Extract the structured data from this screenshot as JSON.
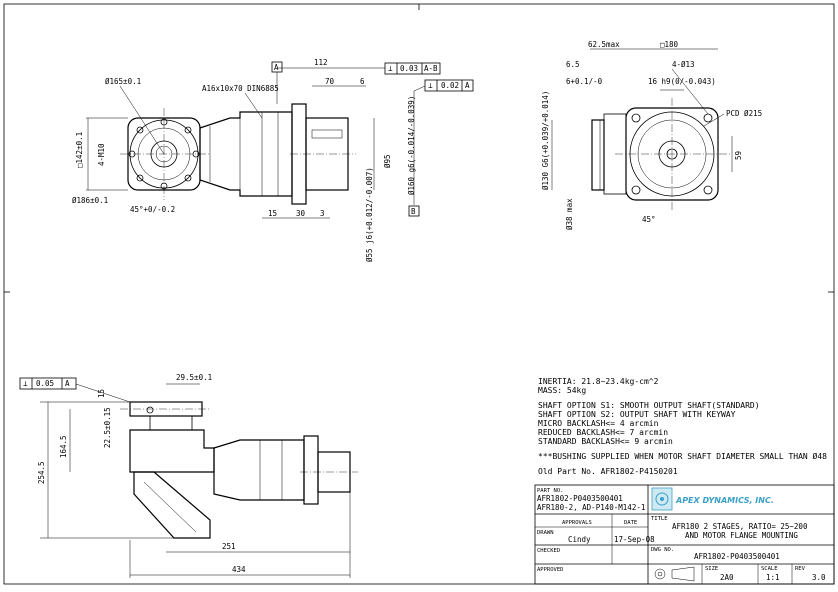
{
  "top_view": {
    "dims": {
      "pcd165": "Ø165±0.1",
      "m10": "4-M10",
      "sq142": "□142±0.1",
      "d186": "Ø186±0.1",
      "a45": "45°+0/-0.2",
      "key": "A16x10x70 DIN6885",
      "len112": "112",
      "len70": "70",
      "len6": "6",
      "len15": "15",
      "len30": "30",
      "len3": "3",
      "d95": "Ø95",
      "d160": "Ø160 g6(-0.014/-0.039)",
      "d55": "Ø55 j6(+0.012/-0.007)"
    },
    "datum_a": "A",
    "datum_b": "B",
    "tol_perp": "0.03",
    "tol_perp_ref": "A-B",
    "tol_perp2": "0.02",
    "tol_perp2_ref": "A"
  },
  "side_view": {
    "dims": {
      "d62": "62.5max",
      "sq180": "□180",
      "h65": "6.5",
      "holes": "4-Ø13",
      "s6": "6+0.1/-0",
      "key16": "16 h9(0/-0.043)",
      "pcd215": "PCD Ø215",
      "d130": "Ø130 G6(+0.039/+0.014)",
      "d38": "Ø38 max",
      "a45": "45°",
      "v59": "59"
    }
  },
  "front_view": {
    "dims": {
      "tol_val": "0.05",
      "tol_ref": "A",
      "h15": "15",
      "w295": "29.5±0.1",
      "h225": "22.5±0.15",
      "h1645": "164.5",
      "h2545": "254.5",
      "w251": "251",
      "w434": "434"
    }
  },
  "notes": {
    "inertia": "INERTIA:  21.8~23.4kg-cm^2",
    "mass": "MASS: 54kg",
    "opt1": "SHAFT OPTION S1: SMOOTH OUTPUT SHAFT(STANDARD)",
    "opt2": "SHAFT OPTION S2: OUTPUT SHAFT WITH KEYWAY",
    "micro": "MICRO BACKLASH<= 4 arcmin",
    "reduced": "REDUCED BACKLASH<= 7 arcmin",
    "standard": "STANDARD BACKLASH<= 9 arcmin",
    "bushing": "***BUSHING SUPPLIED WHEN MOTOR SHAFT DIAMETER SMALL THAN Ø48",
    "oldpart": "Old Part No. AFR1802-P4150201"
  },
  "title_block": {
    "part_no_label": "PART NO.",
    "part_no_1": "AFR1802-P0403500401",
    "part_no_2": "AFR180-2, AD-P140-M142-1",
    "company": "APEX DYNAMICS, INC.",
    "approvals_label": "APPROVALS",
    "date_label": "DATE",
    "title_label": "TITLE",
    "title_1": "AFR180 2 STAGES, RATIO= 25~200",
    "title_2": "AND MOTOR FLANGE MOUNTING",
    "drawn_label": "DRAWN",
    "drawn_by": "Cindy",
    "drawn_date": "17-Sep-08",
    "checked_label": "CHECKED",
    "dwg_no_label": "DWG NO.",
    "dwg_no": "AFR1802-P0403500401",
    "approved_label": "APPROVED",
    "size_label": "SIZE",
    "size": "2A0",
    "scale_label": "SCALE",
    "scale": "1:1",
    "rev_label": "REV",
    "rev": "3.0"
  }
}
